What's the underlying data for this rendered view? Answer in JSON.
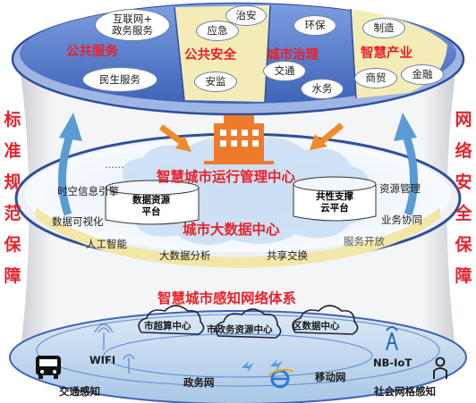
{
  "side_labels": {
    "left": [
      "标",
      "准",
      "规",
      "范",
      "保",
      "障"
    ],
    "right": [
      "网",
      "络",
      "安",
      "全",
      "保",
      "障"
    ]
  },
  "top_layer": {
    "sections": [
      {
        "title": "公共服务",
        "items": [
          "互联网+\n政务服务",
          "民生服务"
        ]
      },
      {
        "title": "公共安全",
        "items": [
          "应急",
          "治安",
          "安监"
        ]
      },
      {
        "title": "城市治理",
        "items": [
          "环保",
          "交通",
          "水务"
        ]
      },
      {
        "title": "智慧产业",
        "items": [
          "制造",
          "商贸",
          "金融"
        ]
      }
    ]
  },
  "middle_layer": {
    "center_title": "智慧城市运行管理中心",
    "dots": "……",
    "big_data_title": "城市大数据中心",
    "platforms": [
      "数据资源\n平台",
      "共性支撑\n云平台"
    ],
    "left_items": [
      "时空信息引擎",
      "数据可视化",
      "人工智能",
      "大数据分析",
      "共享交换"
    ],
    "right_items": [
      "资源管理",
      "业务协同",
      "服务开放"
    ]
  },
  "bottom_layer": {
    "title": "智慧城市感知网络体系",
    "clouds": [
      "市超算中心",
      "市政务资源中心",
      "区数据中心"
    ],
    "items": [
      "WIFI",
      "政务网",
      "移动网",
      "NB-IoT",
      "交通感知",
      "社会网格感知"
    ]
  },
  "colors": {
    "accent_red": "#e8212a",
    "top_blue": "#4a6fc4",
    "yellow": "#f2e7a8",
    "orange_arrow": "#f08a2a",
    "blue_arrow": "#5b9bd5"
  }
}
